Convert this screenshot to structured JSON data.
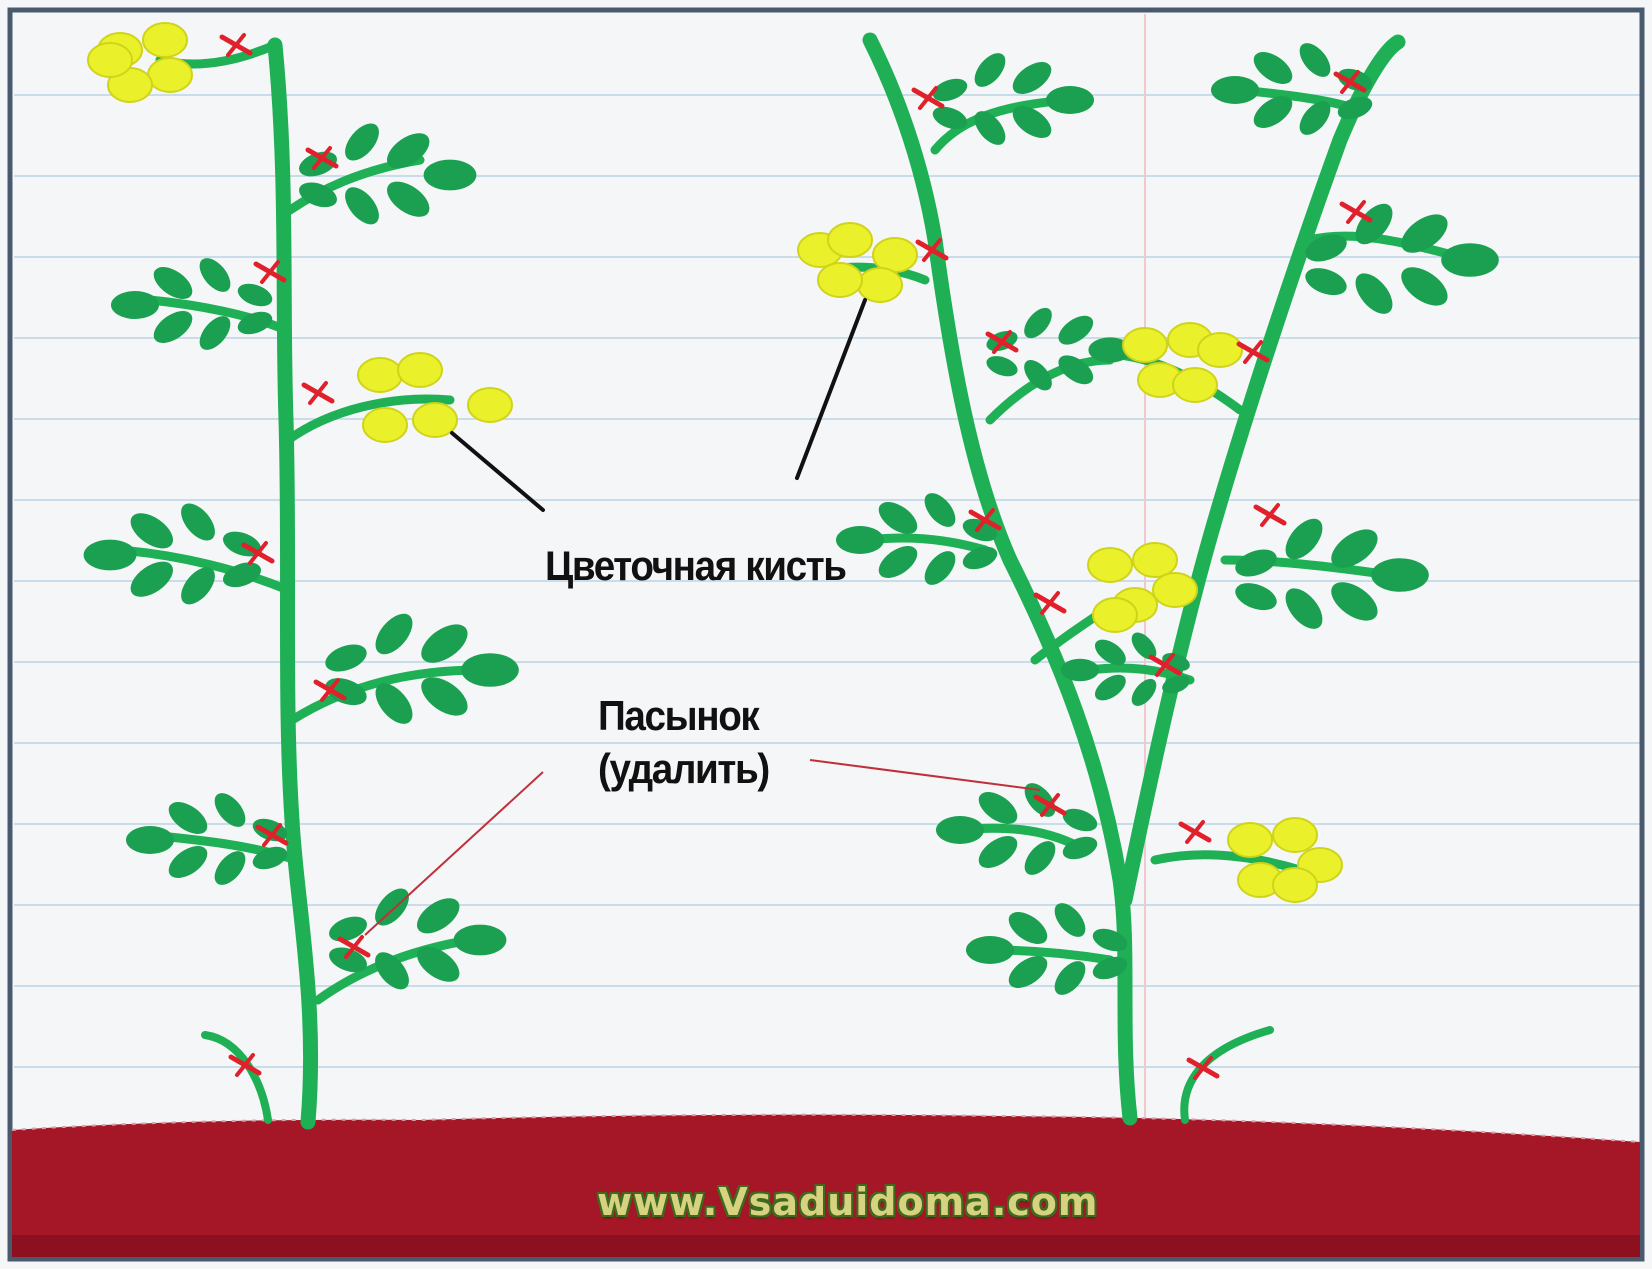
{
  "labels": {
    "flower_cluster": "Цветочная кисть",
    "stepson_line1": "Пасынок",
    "stepson_line2": "(удалить)"
  },
  "watermark": "www.Vsaduidoma.com",
  "colors": {
    "paper": "#f4f6f8",
    "ruled_line": "#c9dcea",
    "margin_line": "#f0c9cf",
    "frame": "#4a5a6e",
    "stem": "#1fb055",
    "leaf": "#1aa050",
    "flower": "#eaf12a",
    "cut_mark": "#e0202a",
    "soil": "#a51627",
    "soil_dark": "#7c0d1c",
    "pointer": "#111111",
    "pointer_red": "#c0303a"
  }
}
